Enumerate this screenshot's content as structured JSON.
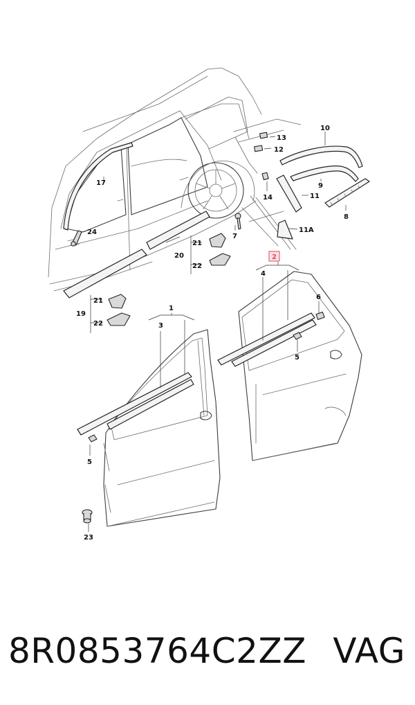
{
  "callouts": {
    "c1": "1",
    "c2": "2",
    "c3": "3",
    "c4": "4",
    "c5a": "5",
    "c5b": "5",
    "c6": "6",
    "c7": "7",
    "c8": "8",
    "c9": "9",
    "c10": "10",
    "c11": "11",
    "c11a": "11A",
    "c12": "12",
    "c13": "13",
    "c14": "14",
    "c17": "17",
    "c19": "19",
    "c20": "20",
    "c21a": "21",
    "c21b": "21",
    "c22a": "22",
    "c22b": "22",
    "c23": "23",
    "c24": "24"
  },
  "highlight_color": "#e04a5a",
  "footer": {
    "part_number": "8R0853764C2ZZ",
    "brand": "VAG"
  }
}
